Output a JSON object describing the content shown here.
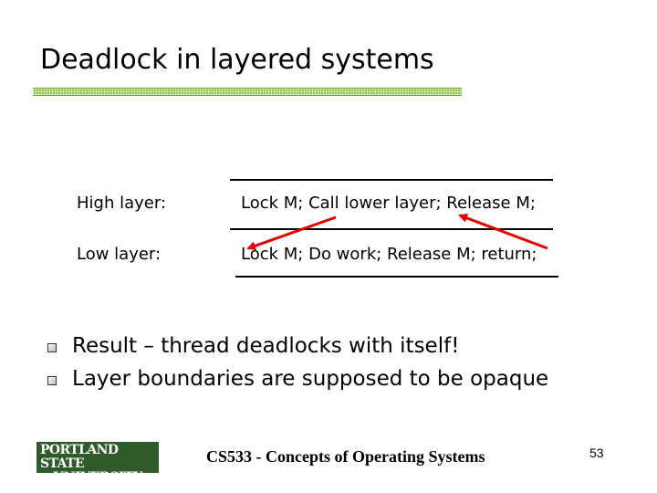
{
  "slide": {
    "title": "Deadlock in layered systems",
    "layers": [
      {
        "label": "High layer:",
        "code": "Lock M; Call lower layer; Release M;"
      },
      {
        "label": "Low layer:",
        "code": "Lock M; Do work; Release M; return;"
      }
    ],
    "bullets": [
      "Result – thread deadlocks with itself!",
      "Layer boundaries are supposed to be opaque"
    ],
    "footer": "CS533 - Concepts of Operating Systems",
    "page_number": "53",
    "logo": {
      "line1": "PORTLAND STATE",
      "line2": "UNIVERSITY"
    }
  },
  "colors": {
    "title_rule": "#8cc63f",
    "arrow": "#e60000",
    "logo_bg": "#2f5a2a"
  }
}
